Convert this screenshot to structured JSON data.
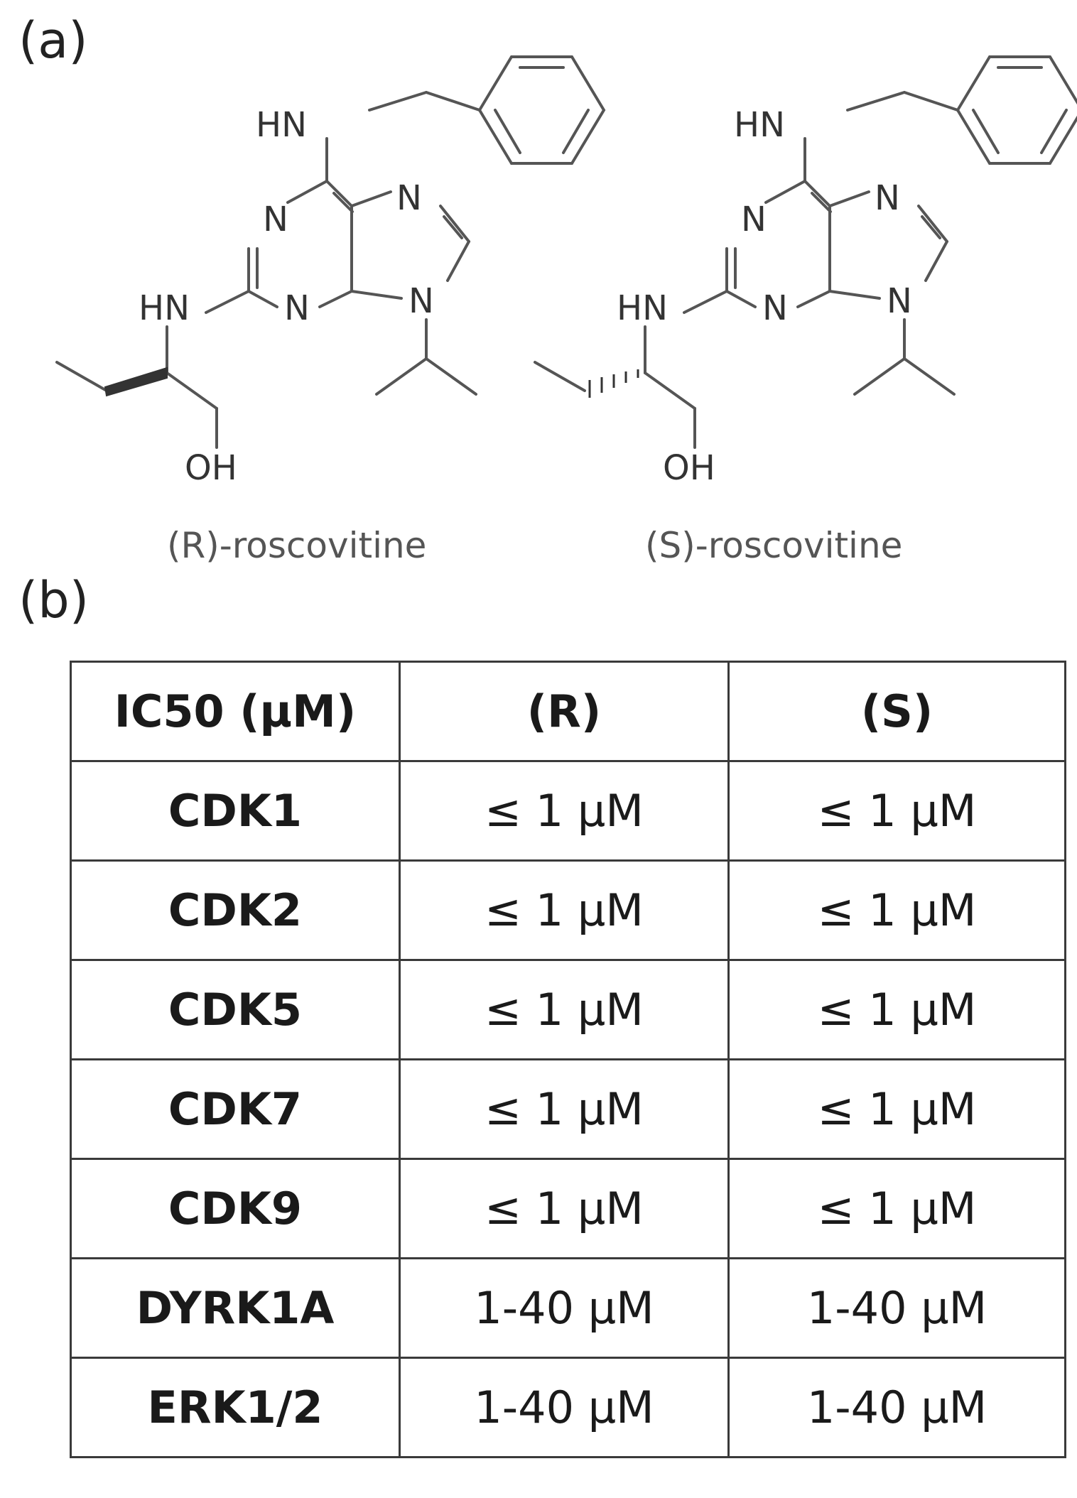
{
  "panels": {
    "a": {
      "label": "(a)"
    },
    "b": {
      "label": "(b)"
    }
  },
  "structures": {
    "atoms": {
      "hn": "HN",
      "n": "N",
      "oh": "OH"
    },
    "r_caption": "(R)-roscovitine",
    "s_caption": "(S)-roscovitine"
  },
  "table": {
    "headers": [
      "IC50 (µM)",
      "(R)",
      "(S)"
    ],
    "rows": [
      {
        "target": "CDK1",
        "r": "≤ 1 µM",
        "s": "≤ 1 µM"
      },
      {
        "target": "CDK2",
        "r": "≤ 1 µM",
        "s": "≤ 1 µM"
      },
      {
        "target": "CDK5",
        "r": "≤ 1 µM",
        "s": "≤ 1 µM"
      },
      {
        "target": "CDK7",
        "r": "≤ 1 µM",
        "s": "≤ 1 µM"
      },
      {
        "target": "CDK9",
        "r": "≤ 1 µM",
        "s": "≤ 1 µM"
      },
      {
        "target": "DYRK1A",
        "r": "1-40 µM",
        "s": "1-40 µM"
      },
      {
        "target": "ERK1/2",
        "r": "1-40 µM",
        "s": "1-40 µM"
      }
    ]
  }
}
